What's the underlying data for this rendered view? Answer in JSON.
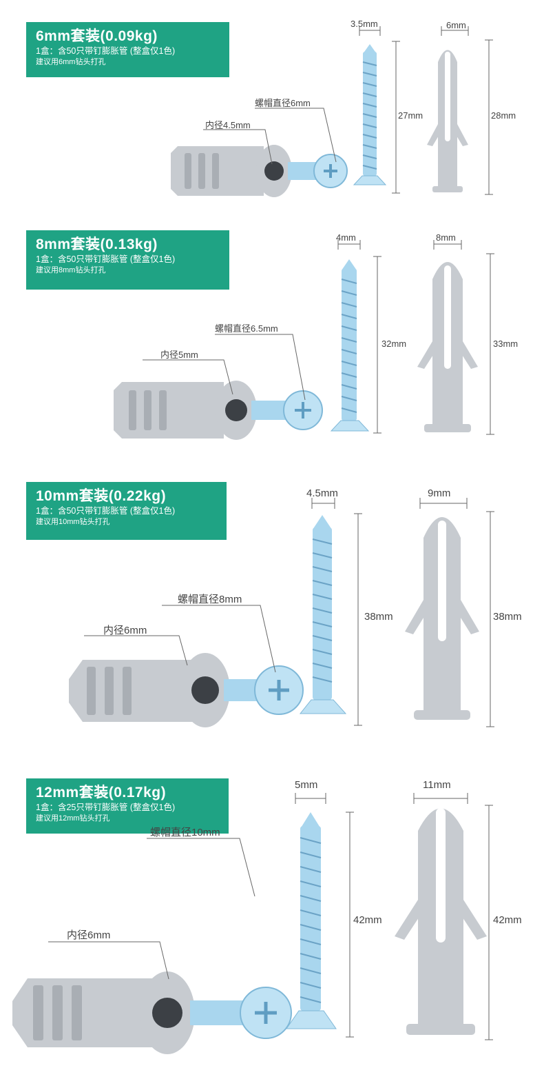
{
  "colors": {
    "badge": "#1fa384",
    "anchor_plastic": "#c7cbd0",
    "screw_metal": "#a9d6ee",
    "dimension_line": "#666666",
    "label_text": "#444444"
  },
  "sections": [
    {
      "title": "6mm套装(0.09kg)",
      "line1": "1盒：含50只带钉膨胀管 (整盒仅1色)",
      "line2": "建议用6mm钻头打孔",
      "screw_width": "3.5mm",
      "screw_length": "27mm",
      "anchor_width": "6mm",
      "anchor_length": "28mm",
      "head_diameter": "螺帽直径6mm",
      "inner_diameter": "内径4.5mm"
    },
    {
      "title": "8mm套装(0.13kg)",
      "line1": "1盒：含50只带钉膨胀管 (整盒仅1色)",
      "line2": "建议用8mm钻头打孔",
      "screw_width": "4mm",
      "screw_length": "32mm",
      "anchor_width": "8mm",
      "anchor_length": "33mm",
      "head_diameter": "螺帽直径6.5mm",
      "inner_diameter": "内径5mm"
    },
    {
      "title": "10mm套装(0.22kg)",
      "line1": "1盒：含50只带钉膨胀管 (整盒仅1色)",
      "line2": "建议用10mm钻头打孔",
      "screw_width": "4.5mm",
      "screw_length": "38mm",
      "anchor_width": "9mm",
      "anchor_length": "38mm",
      "head_diameter": "螺帽直径8mm",
      "inner_diameter": "内径6mm"
    },
    {
      "title": "12mm套装(0.17kg)",
      "line1": "1盒：含25只带钉膨胀管 (整盒仅1色)",
      "line2": "建议用12mm钻头打孔",
      "screw_width": "5mm",
      "screw_length": "42mm",
      "anchor_width": "11mm",
      "anchor_length": "42mm",
      "head_diameter": "螺帽直径10mm",
      "inner_diameter": "内径6mm"
    }
  ]
}
